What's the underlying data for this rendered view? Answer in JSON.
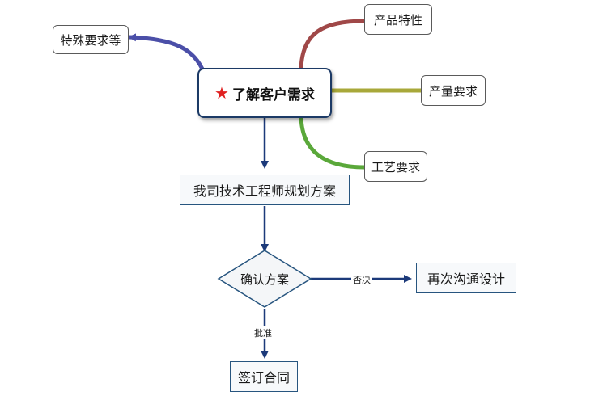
{
  "central": {
    "label": "了解客户需求",
    "icon": "star-icon"
  },
  "branches": {
    "special": "特殊要求等",
    "product": "产品特性",
    "output": "产量要求",
    "process": "工艺要求"
  },
  "flow": {
    "engineer": "我司技术工程师规划方案",
    "decision": "确认方案",
    "redesign": "再次沟通设计",
    "sign": "签订合同",
    "reject_label": "否决",
    "approve_label": "批准"
  },
  "colors": {
    "special_branch": "#4b4fa8",
    "product_branch": "#a04848",
    "output_branch": "#a8a83a",
    "process_branch": "#5aa83a",
    "flow_arrow": "#1c3a7a"
  }
}
